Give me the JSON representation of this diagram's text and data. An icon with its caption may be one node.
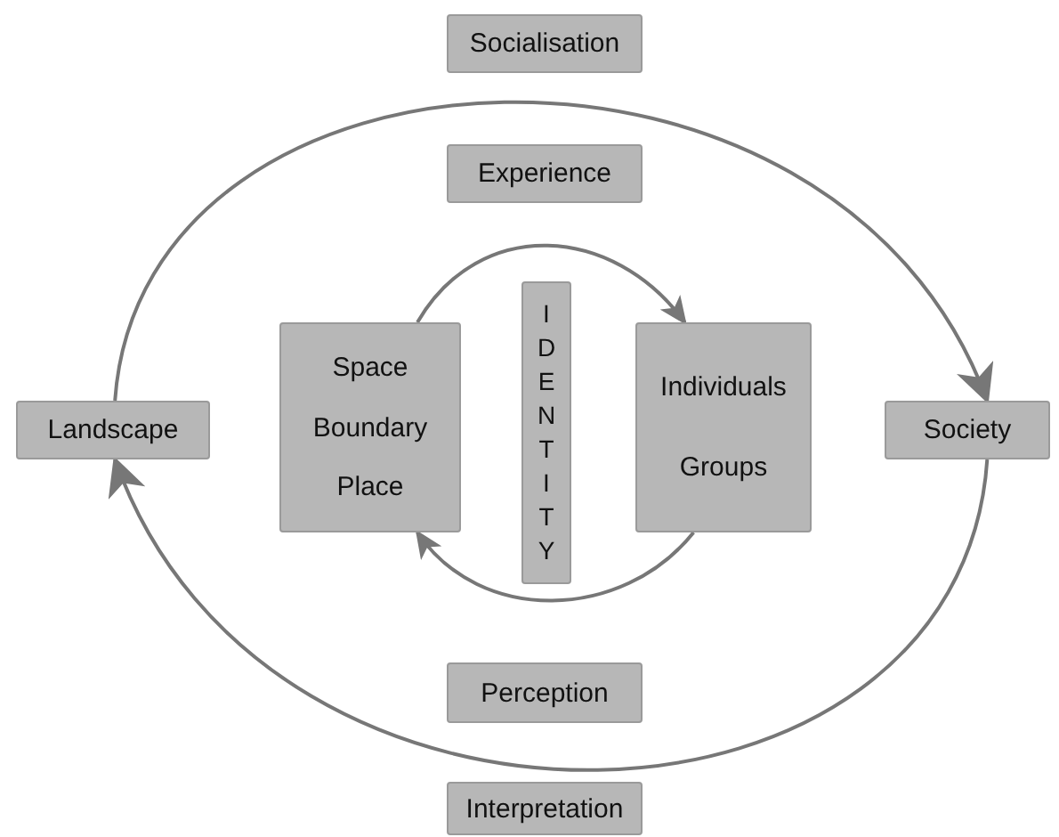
{
  "diagram": {
    "nodes": [
      {
        "text": [
          "Socialisation"
        ]
      },
      {
        "text": [
          "Experience"
        ]
      },
      {
        "text": [
          "Landscape"
        ]
      },
      {
        "text": [
          "Space",
          "Boundary",
          "Place"
        ]
      },
      {
        "text": [
          "IDENTITY"
        ]
      },
      {
        "text": [
          "Individuals",
          "Groups"
        ]
      },
      {
        "text": [
          "Society"
        ]
      },
      {
        "text": [
          "Perception"
        ]
      },
      {
        "text": [
          "Interpretation"
        ]
      }
    ],
    "edges": [
      {
        "from": 2,
        "to": 6,
        "arrow": "to"
      },
      {
        "from": 6,
        "to": 2,
        "arrow": "to"
      },
      {
        "from": 3,
        "to": 5,
        "arrow": "to"
      },
      {
        "from": 5,
        "to": 3,
        "arrow": "to"
      }
    ]
  }
}
